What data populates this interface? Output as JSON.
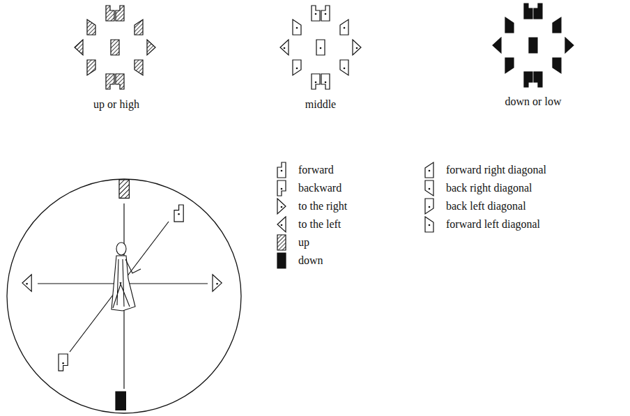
{
  "diagram": {
    "labels": [
      "up or high",
      "middle",
      "down or low"
    ],
    "legend": [
      {
        "text": "forward"
      },
      {
        "text": "backward"
      },
      {
        "text": "to the right"
      },
      {
        "text": "to the left"
      },
      {
        "text": "up"
      },
      {
        "text": "down"
      },
      {
        "text": "forward right diagonal"
      },
      {
        "text": "back right diagonal"
      },
      {
        "text": "back left diagonal"
      },
      {
        "text": "forward left diagonal"
      }
    ]
  }
}
